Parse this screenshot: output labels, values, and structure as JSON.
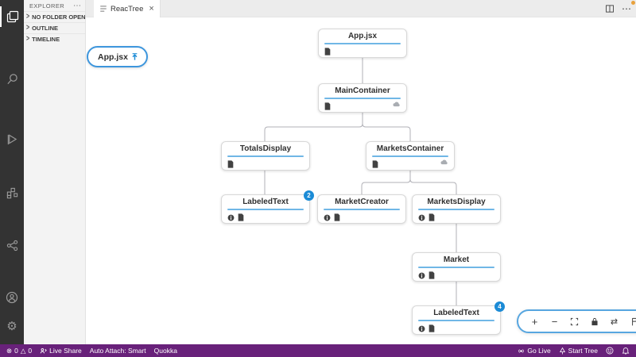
{
  "activity_bar": {
    "icons": [
      "explorer-icon",
      "search-icon",
      "run-debug-icon",
      "extensions-icon",
      "reactree-icon",
      "account-icon",
      "settings-gear-icon"
    ]
  },
  "sidebar": {
    "title": "EXPLORER",
    "sections": [
      "NO FOLDER OPENED",
      "OUTLINE",
      "TIMELINE"
    ]
  },
  "editor": {
    "tab_label": "ReacTree",
    "actions": [
      "split-editor-icon",
      "more-actions-icon"
    ]
  },
  "tree": {
    "floating_node": {
      "label": "App.jsx",
      "icon": "arrow-up-icon"
    },
    "nodes": [
      {
        "title": "App.jsx",
        "icons": [
          "file"
        ]
      },
      {
        "title": "MainContainer",
        "icons": [
          "file"
        ],
        "right_icon": "cloud"
      },
      {
        "title": "TotalsDisplay",
        "icons": [
          "file"
        ]
      },
      {
        "title": "MarketsContainer",
        "icons": [
          "file"
        ],
        "right_icon": "cloud"
      },
      {
        "title": "LabeledText",
        "badge": "2",
        "icons": [
          "info",
          "file"
        ]
      },
      {
        "title": "MarketCreator",
        "icons": [
          "info",
          "file"
        ]
      },
      {
        "title": "MarketsDisplay",
        "icons": [
          "info",
          "file"
        ]
      },
      {
        "title": "Market",
        "icons": [
          "info",
          "file"
        ]
      },
      {
        "title": "LabeledText",
        "badge": "4",
        "icons": [
          "info",
          "file"
        ]
      }
    ]
  },
  "flow_toolbar": {
    "icons": [
      "zoom-in-icon",
      "zoom-out-icon",
      "fit-view-icon",
      "lock-icon",
      "swap-direction-icon",
      "flag-icon"
    ]
  },
  "status_bar": {
    "errors": "0",
    "warnings": "0",
    "live_share": "Live Share",
    "auto_attach": "Auto Attach: Smart",
    "quokka": "Quokka",
    "go_live": "Go Live",
    "start_tree": "Start Tree"
  },
  "glyphs": {
    "more": "⋯",
    "close": "×",
    "chevron": ">",
    "gear": "⚙",
    "plus": "+",
    "minus": "−",
    "swap": "⇄",
    "error": "⊗",
    "warning": "△"
  },
  "colors": {
    "accent_blue": "#3d96dd",
    "underline_blue": "#70b7e6",
    "badge_blue": "#1b8bd6",
    "edge_gray": "#b1b1b7",
    "status_bar_purple": "#68217a",
    "activity_bar_dark": "#333333",
    "sidebar_gray": "#f3f3f3"
  }
}
